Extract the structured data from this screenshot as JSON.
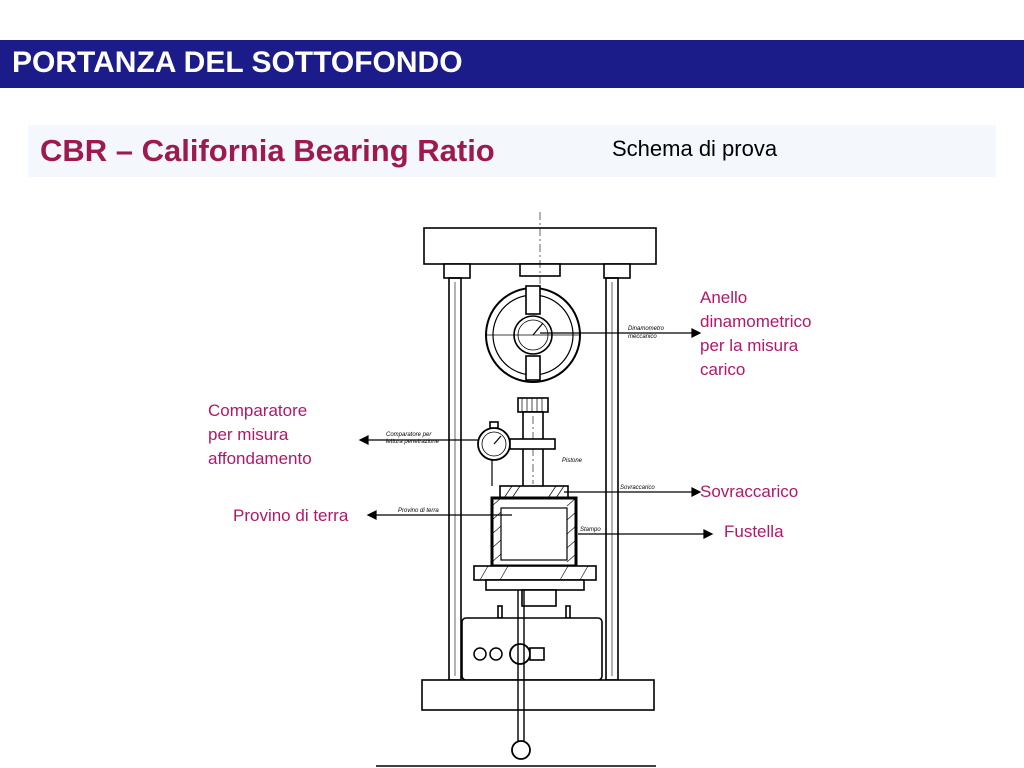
{
  "header": {
    "title": "PORTANZA DEL SOTTOFONDO"
  },
  "section": {
    "title": "CBR – California Bearing Ratio",
    "schema_label": "Schema di prova"
  },
  "callouts": {
    "anello": [
      "Anello",
      "dinamometrico",
      "per la misura",
      "carico"
    ],
    "comparatore": [
      "Comparatore",
      "per misura",
      "affondamento"
    ],
    "provino": "Provino di terra",
    "sovraccarico": "Sovraccarico",
    "fustella": "Fustella"
  },
  "drawing_labels": {
    "dinamometro": [
      "Dinamometro",
      "meccanico"
    ],
    "comparatore": [
      "Comparatore per",
      "lettura penetrazione"
    ],
    "pistone": "Pistone",
    "sovraccarico": "Sovraccarico",
    "provino": "Provino di terra",
    "stampo": "Stampo"
  },
  "colors": {
    "header_bg": "#1b1b8a",
    "subtitle": "#9e1a4e",
    "callout": "#b0186a"
  }
}
